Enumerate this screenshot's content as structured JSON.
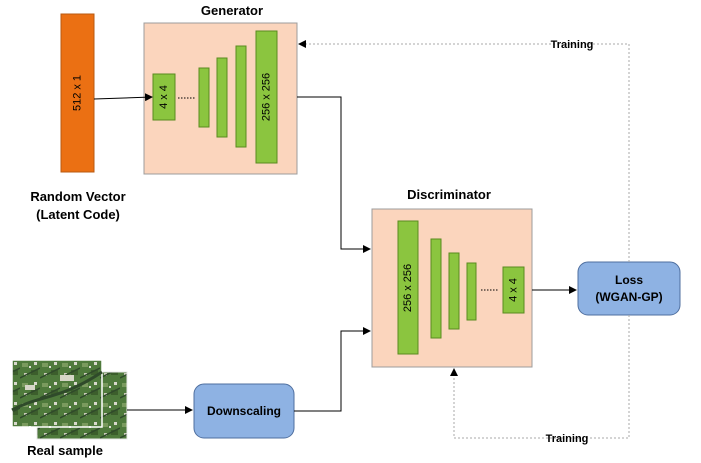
{
  "generator": {
    "title": "Generator",
    "input_layer_label": "4 x 4",
    "output_layer_label": "256 x 256"
  },
  "discriminator": {
    "title": "Discriminator",
    "input_layer_label": "256 x 256",
    "output_layer_label": "4 x 4"
  },
  "latent_vector": {
    "size_label": "512 x 1",
    "caption_line1": "Random Vector",
    "caption_line2": "(Latent Code)"
  },
  "real_sample": {
    "caption": "Real sample"
  },
  "downscaling": {
    "label": "Downscaling"
  },
  "loss": {
    "line1": "Loss",
    "line2": "(WGAN-GP)"
  },
  "training_top": "Training",
  "training_bottom": "Training",
  "colors": {
    "block_fill": "#fbd5bd",
    "block_border": "#9c9c9c",
    "layer_fill": "#8bc53f",
    "layer_border": "#5a8a1f",
    "latent_fill": "#eb7013",
    "blue_fill": "#8eb2e3",
    "blue_border": "#4f6f9f"
  },
  "icons": {
    "real_sample": "satellite-image-icon"
  }
}
